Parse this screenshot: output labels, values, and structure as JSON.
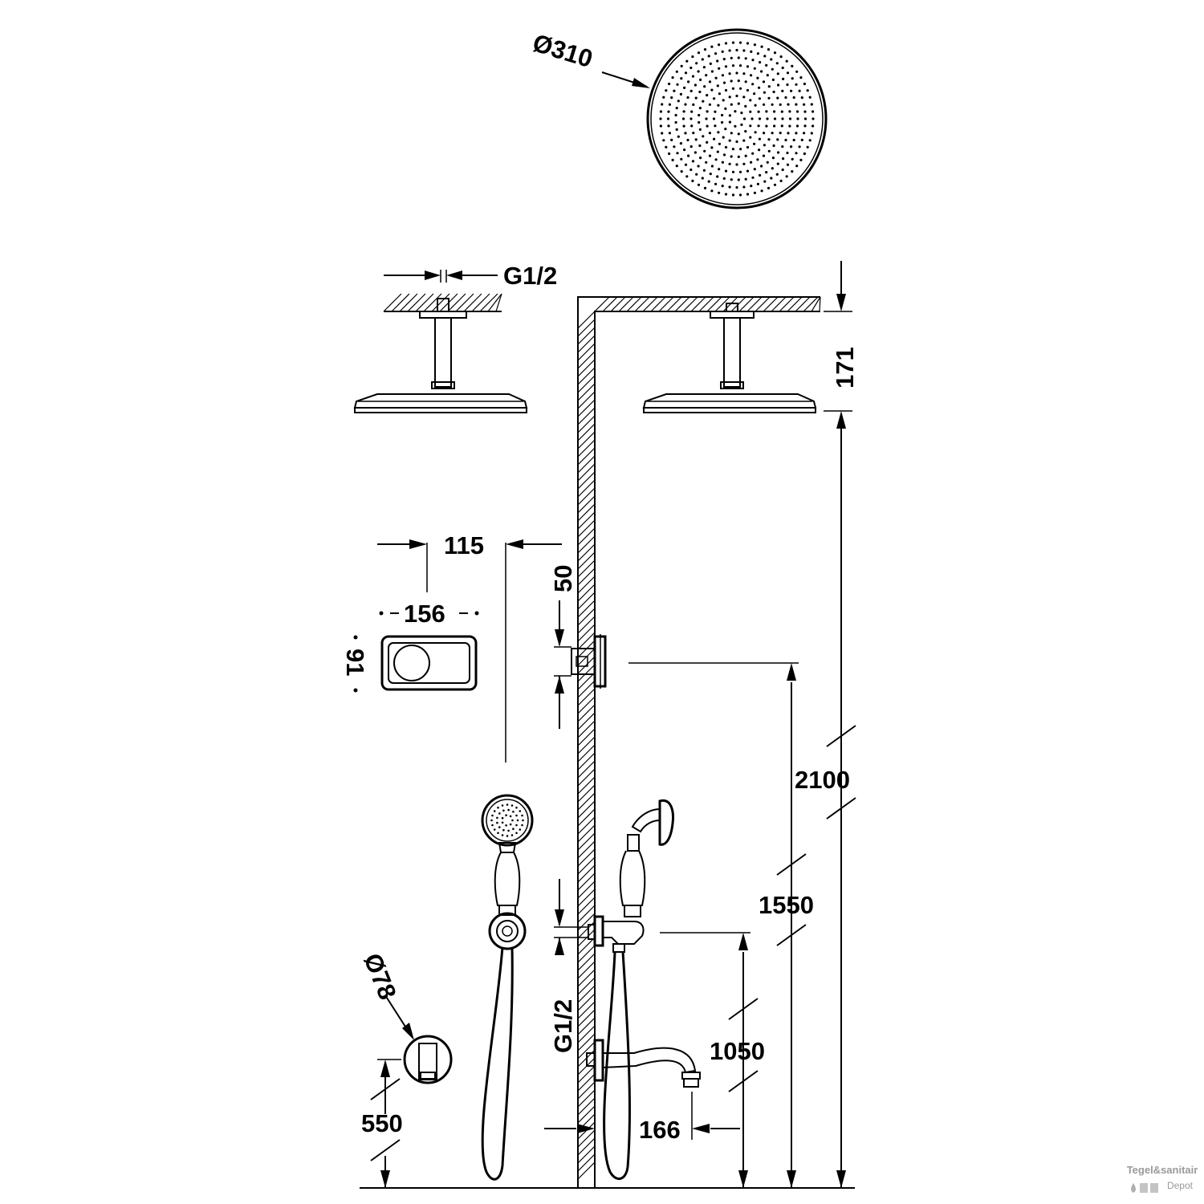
{
  "dimensions": {
    "shower_head_diameter": "Ø310",
    "ceiling_thread": "G1/2",
    "ceiling_arm_height": "171",
    "shower_head_height": "2100",
    "valve_offset_width": "115",
    "valve_plate_width": "156",
    "valve_plate_height": "91",
    "valve_depth": "50",
    "valve_height": "1550",
    "wall_outlet_thread": "G1/2",
    "wall_outlet_height": "1050",
    "spout_projection": "166",
    "handle_diameter": "Ø78",
    "handle_height": "550"
  },
  "watermark": {
    "brand": "Tegel&sanitair",
    "sub": "Depot"
  }
}
